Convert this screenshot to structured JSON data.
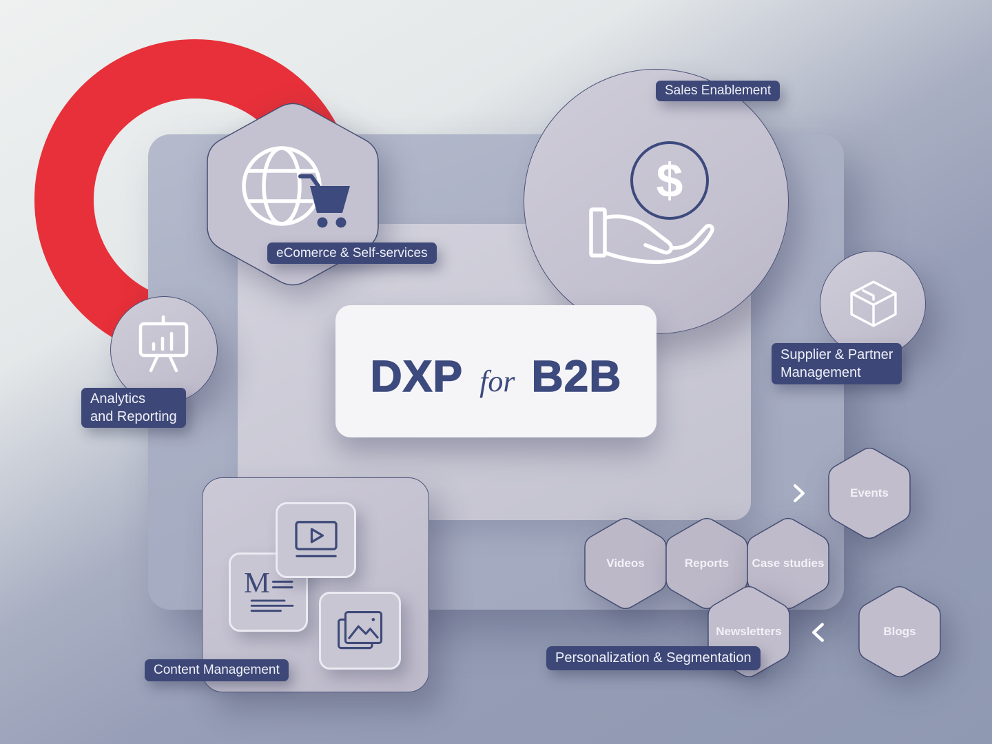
{
  "diagram": {
    "center": {
      "title_primary": "DXP",
      "title_connector": "for",
      "title_secondary": "B2B"
    },
    "modules": {
      "ecommerce": {
        "label": "eComerce & Self-services"
      },
      "sales": {
        "label": "Sales Enablement",
        "currency": "$"
      },
      "analytics": {
        "line1": "Analytics",
        "line2": "and Reporting"
      },
      "supplier": {
        "line1": "Supplier & Partner",
        "line2": "Management"
      },
      "content": {
        "label": "Content Management"
      },
      "personalization": {
        "label": "Personalization & Segmentation"
      }
    },
    "content_types": [
      {
        "label": "Videos"
      },
      {
        "label": "Reports"
      },
      {
        "label": "Case studies"
      },
      {
        "label": "Newsletters"
      },
      {
        "label": "Events"
      },
      {
        "label": "Blogs"
      }
    ],
    "icons": {
      "ecommerce": "globe-shopping-cart-icon",
      "sales": "hand-holding-dollar-icon",
      "analytics": "presentation-chart-icon",
      "supplier": "package-box-icon",
      "content_video": "video-player-icon",
      "content_article": "article-text-icon",
      "content_images": "image-gallery-icon",
      "flow_to_events": "arrow-right-icon",
      "flow_to_newsletters": "arrow-left-icon"
    },
    "colors": {
      "accent_red": "#e73039",
      "label_background": "#3e4878",
      "icon_blue": "#3d4a7d",
      "hexagon_fill": "#bdb9c9",
      "node_fill": "#c7c4d3",
      "card_white": "#f5f5f7",
      "background_light": "#e9edec",
      "background_dark": "#949cb4"
    }
  }
}
